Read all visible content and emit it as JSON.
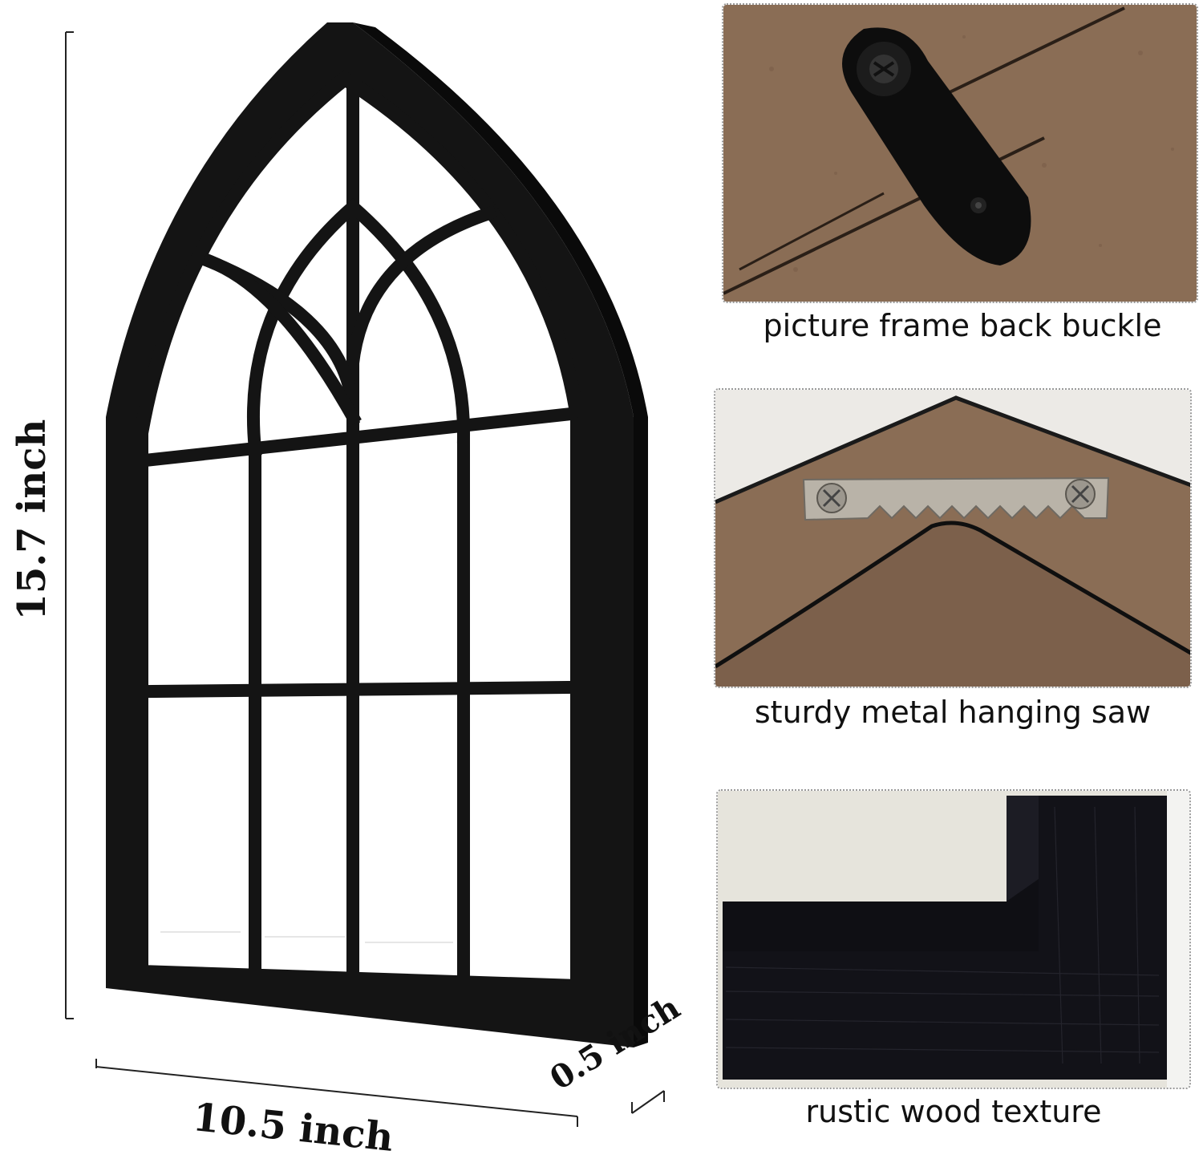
{
  "dimensions": {
    "height_label": "15.7 inch",
    "width_label": "10.5 inch",
    "depth_label": "0.5 inch"
  },
  "panels": [
    {
      "caption": "picture frame back buckle"
    },
    {
      "caption": "sturdy metal hanging saw"
    },
    {
      "caption": "rustic wood texture"
    }
  ],
  "colors": {
    "frame_black": "#141414",
    "backing_brown": "#8a6d55",
    "metal_silver": "#b9b3a8",
    "wall_white": "#eceae6"
  }
}
